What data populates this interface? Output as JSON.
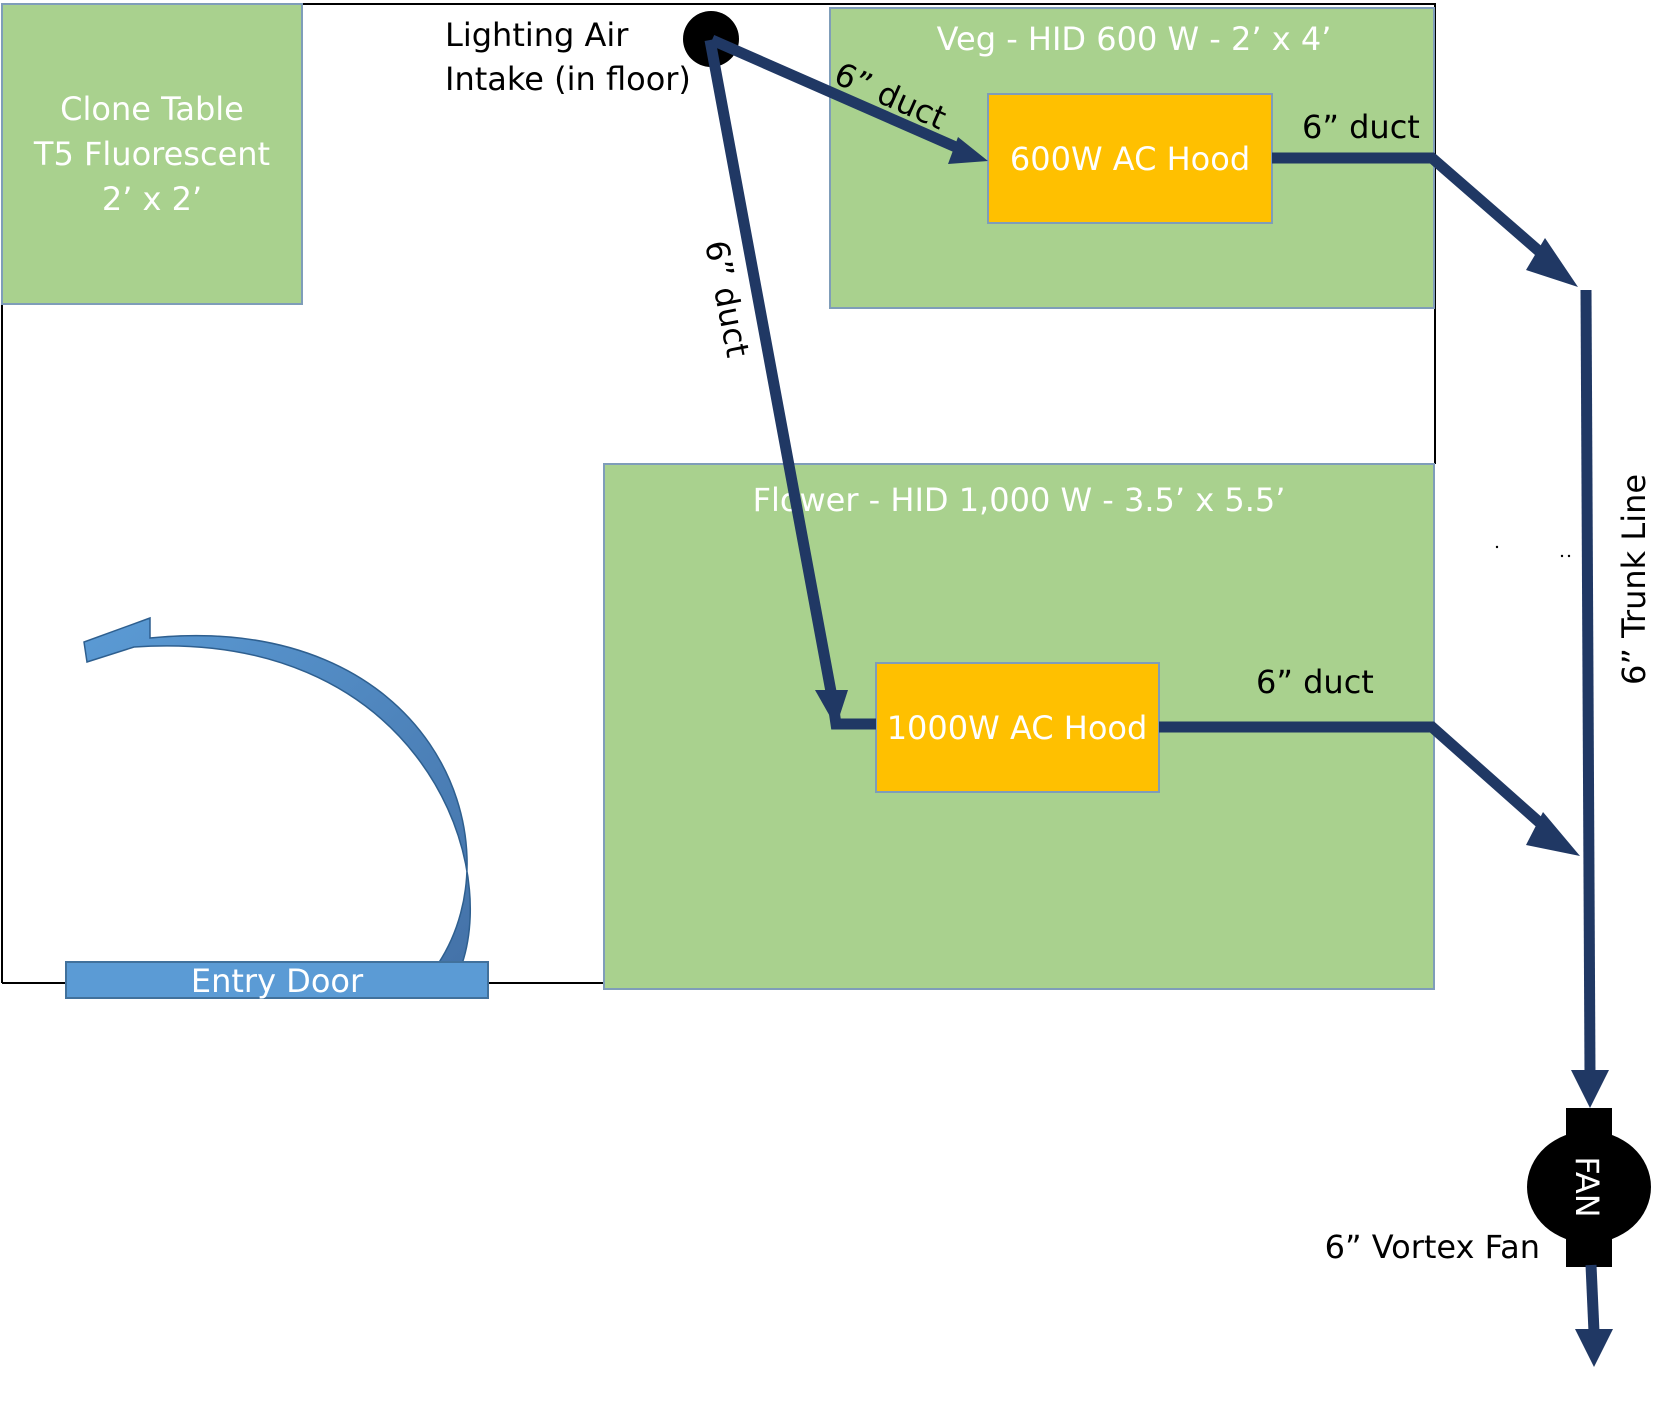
{
  "zones": {
    "clone": {
      "line1": "Clone Table",
      "line2": "T5 Fluorescent",
      "line3": "2’ x 2’"
    },
    "veg": {
      "title": "Veg - HID 600 W - 2’ x 4’",
      "hood": "600W AC Hood"
    },
    "flower": {
      "title": "Flower - HID 1,000 W - 3.5’ x 5.5’",
      "hood": "1000W AC Hood"
    }
  },
  "intake": {
    "line1": "Lighting Air",
    "line2": "Intake (in floor)"
  },
  "ducts": {
    "intake_to_veg": "6” duct",
    "intake_to_flower": "6” duct",
    "veg_exhaust": "6” duct",
    "flower_exhaust": "6” duct",
    "trunk": "6” Trunk Line"
  },
  "fan": {
    "label": "FAN",
    "caption": "6” Vortex Fan"
  },
  "door": {
    "label": "Entry Door"
  },
  "colors": {
    "zone_green": "#a9d18e",
    "hood_yellow": "#ffc000",
    "duct_navy": "#203864",
    "door_blue": "#5b9bd5",
    "fan_black": "#000000"
  }
}
